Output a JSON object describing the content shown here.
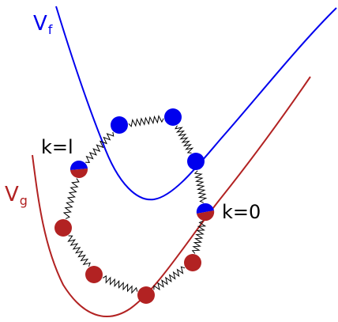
{
  "labels": {
    "vf_main": "V",
    "vf_sub": "f",
    "vg_main": "V",
    "vg_sub": "g",
    "k_l": "k=l",
    "k_0": "k=0"
  },
  "colors": {
    "excited": "#0000ee",
    "ground": "#b22222",
    "spring": "#000000",
    "text": "#000000"
  }
}
